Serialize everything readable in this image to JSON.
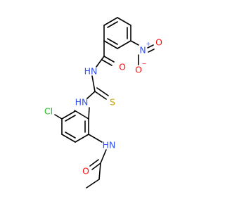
{
  "molecule": {
    "atom_labels": {
      "nitro_n": "N",
      "nitro_n_charge": "+",
      "nitro_o_top": "O",
      "nitro_o_bottom": "O",
      "nitro_o_charge": "−",
      "carbonyl_o1": "O",
      "amide_nh1": "HN",
      "sulfur": "S",
      "thio_nh": "HN",
      "chlorine": "Cl",
      "anilide_nh": "HN",
      "carbonyl_o2": "O"
    },
    "colors": {
      "bond": "#000000",
      "nitrogen": "#3050F8",
      "oxygen": "#FF0D0D",
      "sulfur": "#C8A400",
      "chlorine": "#1FC21F"
    }
  }
}
